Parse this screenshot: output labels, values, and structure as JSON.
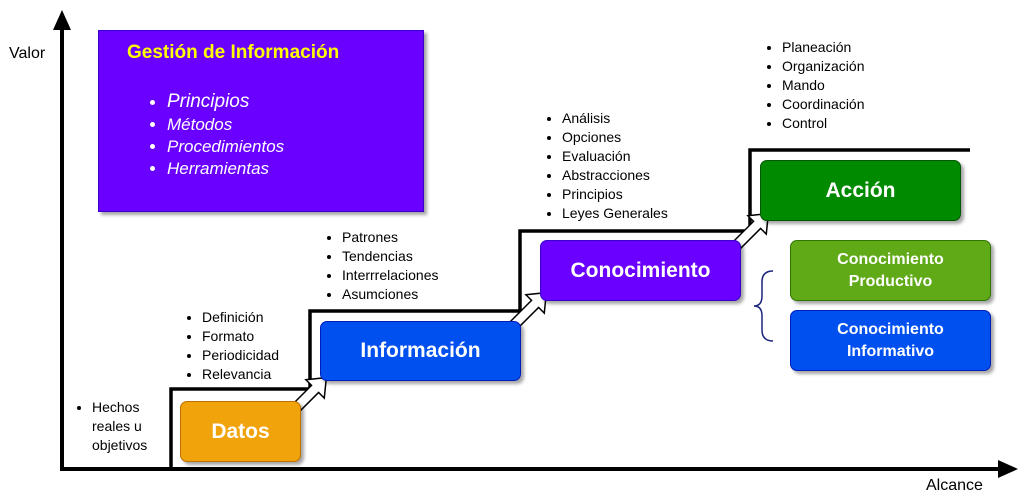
{
  "axes": {
    "y_label": "Valor",
    "x_label": "Alcance"
  },
  "gestion": {
    "title": "Gestión de Información",
    "items": [
      "Principios",
      "Métodos",
      "Procedimientos",
      "Herramientas"
    ]
  },
  "levels": {
    "datos": {
      "label": "Datos",
      "color": "#f0a30a"
    },
    "informacion": {
      "label": "Información",
      "color": "#0050ef"
    },
    "conocimiento": {
      "label": "Conocimiento",
      "color": "#6a00ff"
    },
    "accion": {
      "label": "Acción",
      "color": "#008a00"
    }
  },
  "side": {
    "productivo": {
      "label": "Conocimiento Productivo",
      "color": "#60a917"
    },
    "informativo": {
      "label": "Conocimiento Informativo",
      "color": "#0050ef"
    }
  },
  "lists": {
    "hechos": [
      "Hechos reales u objetivos"
    ],
    "datos": [
      "Definición",
      "Formato",
      "Periodicidad",
      "Relevancia"
    ],
    "informacion": [
      "Patrones",
      "Tendencias",
      "Interrrelaciones",
      "Asumciones"
    ],
    "conocimiento": [
      "Análisis",
      "Opciones",
      "Evaluación",
      "Abstracciones",
      "Principios",
      "Leyes Generales"
    ],
    "accion": [
      "Planeación",
      "Organización",
      "Mando",
      "Coordinación",
      "Control"
    ]
  }
}
